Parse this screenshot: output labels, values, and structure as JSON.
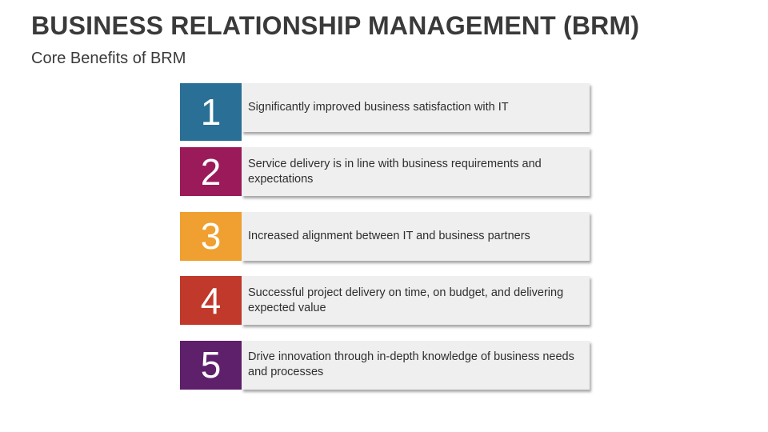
{
  "title": "BUSINESS RELATIONSHIP MANAGEMENT (BRM)",
  "subtitle": "Core Benefits of BRM",
  "items": [
    {
      "number": "1",
      "text": "Significantly improved business satisfaction with IT",
      "color": "#2a6f96"
    },
    {
      "number": "2",
      "text": "Service delivery is in line with business requirements and expectations",
      "color": "#9b1b5a"
    },
    {
      "number": "3",
      "text": "Increased alignment between IT and business partners",
      "color": "#f0a030"
    },
    {
      "number": "4",
      "text": "Successful project delivery on time, on budget, and delivering expected value",
      "color": "#c0392b"
    },
    {
      "number": "5",
      "text": "Drive innovation through in-depth knowledge of business needs and processes",
      "color": "#5e1f6b"
    }
  ]
}
